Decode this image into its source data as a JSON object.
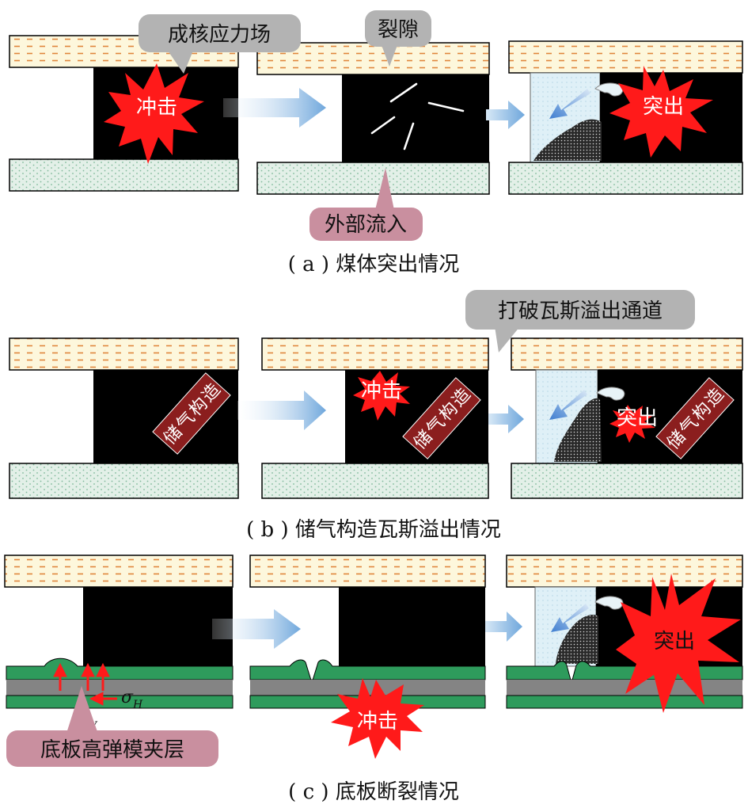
{
  "panels": {
    "a": {
      "caption": "( a ) 煤体突出情况",
      "callout_stress": "成核应力场",
      "callout_crack": "裂隙",
      "callout_inflow": "外部流入",
      "impact": "冲击",
      "outburst": "突出"
    },
    "b": {
      "caption": "( b ) 储气构造瓦斯溢出情况",
      "callout_break": "打破瓦斯溢出通道",
      "gas_structure_chars": [
        "储",
        "气",
        "构",
        "造"
      ],
      "impact": "冲击",
      "outburst": "突出"
    },
    "c": {
      "caption": "( c ) 底板断裂情况",
      "callout_layer": "底板高弹模夹层",
      "sigma_h": "σ",
      "sigma_h_sub": "H",
      "sigma_v": "σ",
      "sigma_v_sub": "V",
      "impact": "冲击",
      "outburst": "突出"
    }
  },
  "colors": {
    "coal": "#000000",
    "roof": "#fdf7dc",
    "roof_dash": "#e0863c",
    "floor": "#e3f0e8",
    "floor_dot": "#7fb99a",
    "green_layer": "#2e9b5c",
    "gray_layer": "#848484",
    "arrow_blue": "#6fa7dc",
    "burst_red": "#ff1a1a",
    "gas_box": "#8b1e1e",
    "callout_gray": "#b3b3b3",
    "callout_pink": "#c98f9f",
    "stress_arrow": "#ff1a1a"
  }
}
